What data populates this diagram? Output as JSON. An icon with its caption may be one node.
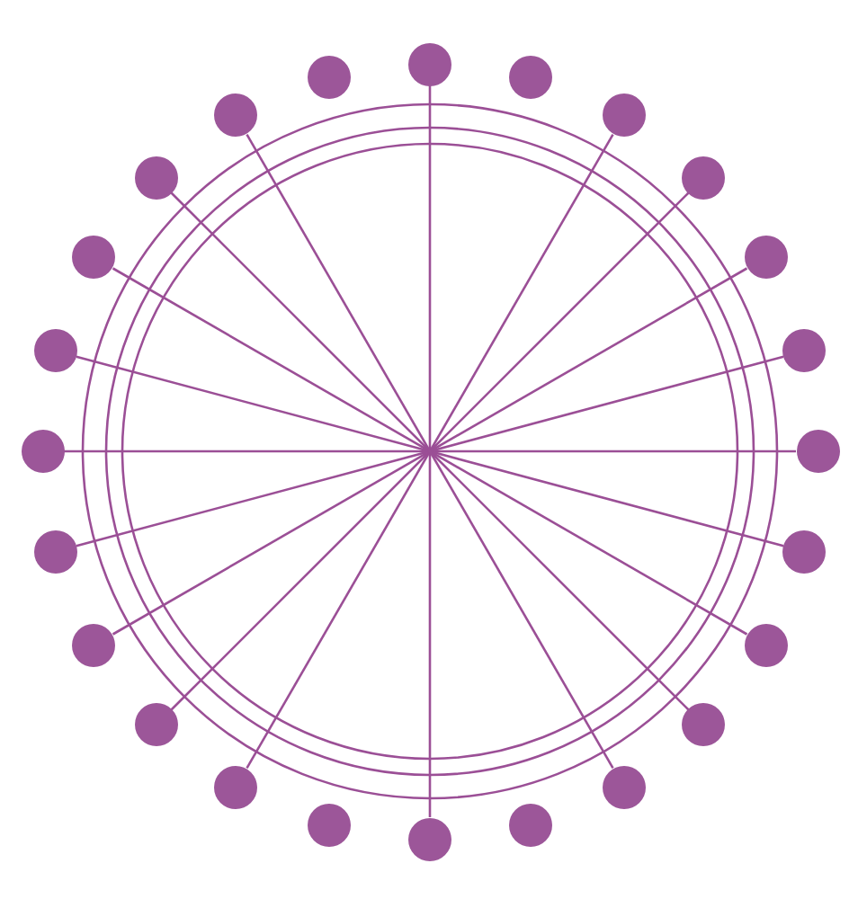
{
  "diagram": {
    "nodes": [
      {
        "text": [],
        "shape": "circle"
      },
      {
        "text": [],
        "shape": "circle"
      },
      {
        "text": [],
        "shape": "circle"
      },
      {
        "text": [],
        "shape": "circle"
      },
      {
        "text": [],
        "shape": "circle"
      },
      {
        "text": [],
        "shape": "circle"
      },
      {
        "text": [],
        "shape": "circle"
      },
      {
        "text": [],
        "shape": "circle"
      },
      {
        "text": [],
        "shape": "circle"
      },
      {
        "text": [],
        "shape": "circle"
      },
      {
        "text": [],
        "shape": "circle"
      },
      {
        "text": [],
        "shape": "circle"
      },
      {
        "text": [],
        "shape": "circle"
      },
      {
        "text": [],
        "shape": "circle"
      },
      {
        "text": [],
        "shape": "circle"
      },
      {
        "text": [],
        "shape": "circle"
      },
      {
        "text": [],
        "shape": "circle"
      },
      {
        "text": [],
        "shape": "circle"
      },
      {
        "text": [],
        "shape": "circle"
      },
      {
        "text": [],
        "shape": "circle"
      },
      {
        "text": [],
        "shape": "circle"
      },
      {
        "text": [],
        "shape": "circle"
      },
      {
        "text": [],
        "shape": "circle"
      },
      {
        "text": [],
        "shape": "circle"
      }
    ],
    "edges": [
      {
        "from": 0,
        "to": 12,
        "arrow": "none"
      },
      {
        "from": 2,
        "to": 14,
        "arrow": "none"
      },
      {
        "from": 3,
        "to": 15,
        "arrow": "none"
      },
      {
        "from": 4,
        "to": 16,
        "arrow": "none"
      },
      {
        "from": 5,
        "to": 17,
        "arrow": "none"
      },
      {
        "from": 6,
        "to": 18,
        "arrow": "none"
      },
      {
        "from": 7,
        "to": 19,
        "arrow": "none"
      },
      {
        "from": 8,
        "to": 20,
        "arrow": "none"
      },
      {
        "from": 9,
        "to": 21,
        "arrow": "none"
      },
      {
        "from": 10,
        "to": 22,
        "arrow": "none"
      }
    ]
  }
}
